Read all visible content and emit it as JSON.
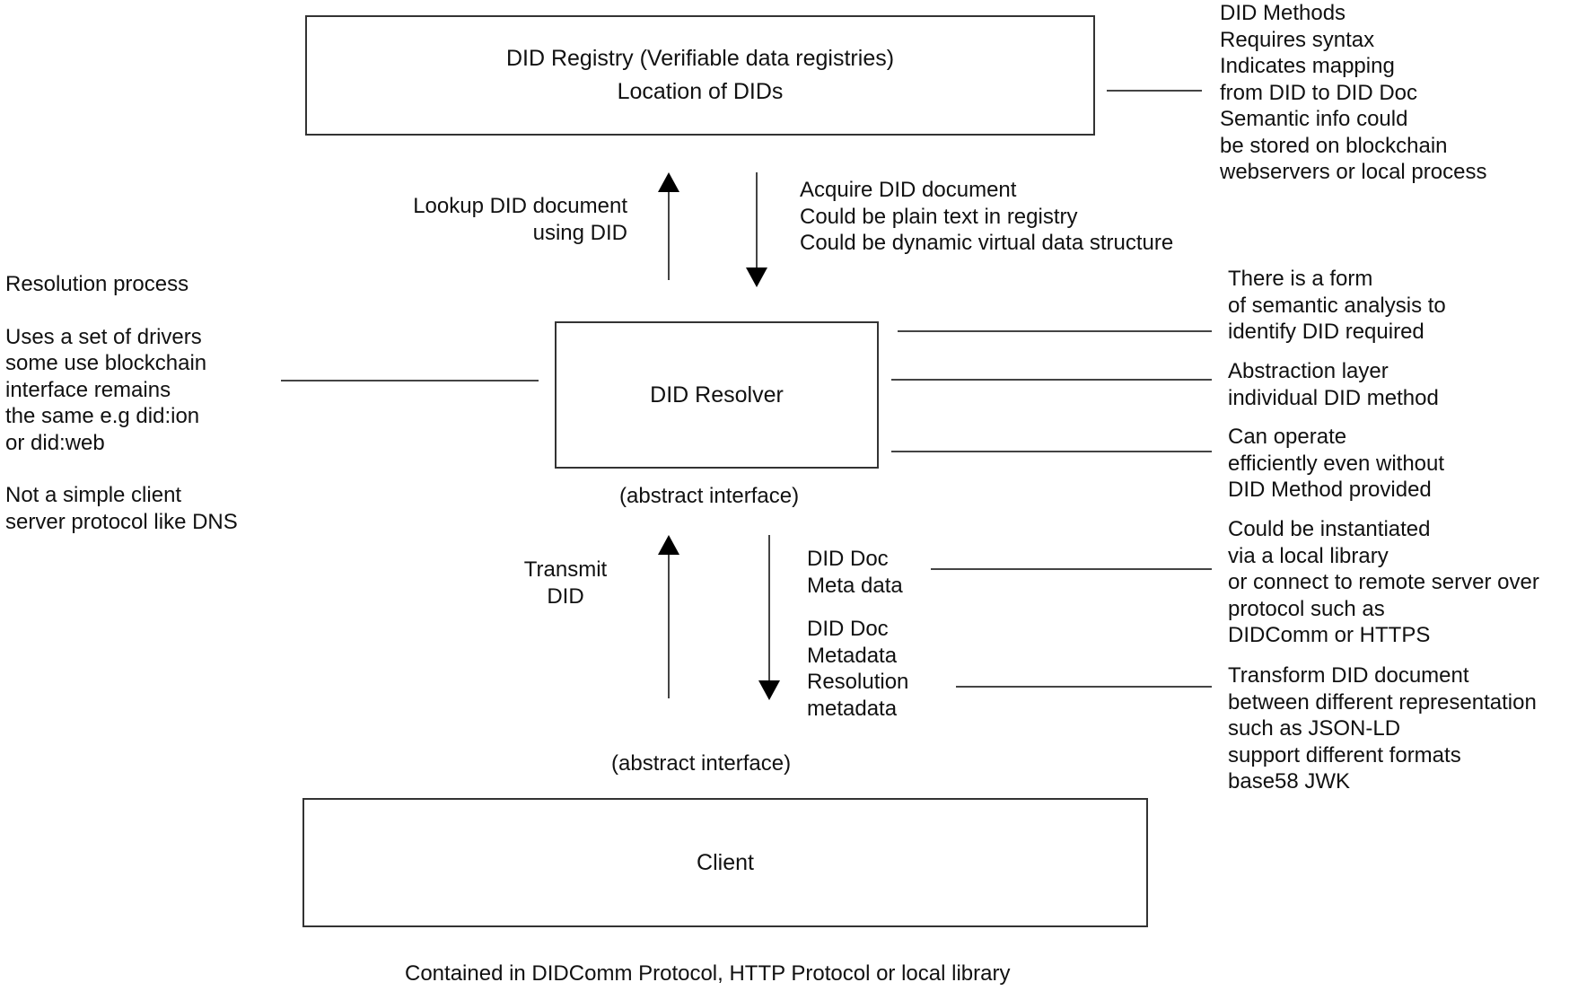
{
  "registry_box": {
    "line1": "DID Registry (Verifiable data registries)",
    "line2": "Location of DIDs"
  },
  "resolver_box": {
    "label": "DID Resolver"
  },
  "client_box": {
    "label": "Client"
  },
  "did_methods_note": [
    "DID Methods",
    "Requires syntax",
    "Indicates mapping",
    "from DID to DID Doc",
    "Semantic info could",
    "be stored on blockchain",
    "webservers or local process"
  ],
  "lookup_label": [
    "Lookup DID document",
    "using DID"
  ],
  "acquire_label": [
    "Acquire DID document",
    "Could be plain text in registry",
    "Could be dynamic virtual data structure"
  ],
  "resolution_note": {
    "title": "Resolution process",
    "para1": [
      "Uses a set of drivers",
      "some use blockchain",
      "interface remains",
      "the same e.g did:ion",
      "or did:web"
    ],
    "para2": [
      "Not a simple client",
      "server protocol like DNS"
    ]
  },
  "semantic_note": [
    "There is a form",
    "of semantic analysis to",
    "identify DID required"
  ],
  "abstraction_note": [
    "Abstraction layer",
    "individual DID method"
  ],
  "operate_note": [
    "Can operate",
    "efficiently even without",
    "DID Method provided"
  ],
  "abstract_interface_1": "(abstract interface)",
  "transmit_label": [
    "Transmit",
    "DID"
  ],
  "doc_meta_label": [
    "DID Doc",
    "Meta data"
  ],
  "doc_metadata_label": [
    "DID Doc",
    "Metadata",
    "Resolution",
    "metadata"
  ],
  "instantiate_note": [
    "Could be instantiated",
    "via a local library",
    "or connect to remote server over",
    "protocol such as",
    "DIDComm or HTTPS"
  ],
  "transform_note": [
    "Transform DID document",
    "between different representation",
    "such as JSON-LD",
    "support different formats",
    "base58 JWK"
  ],
  "abstract_interface_2": "(abstract interface)",
  "footer": "Contained in DIDComm Protocol, HTTP Protocol or local library"
}
